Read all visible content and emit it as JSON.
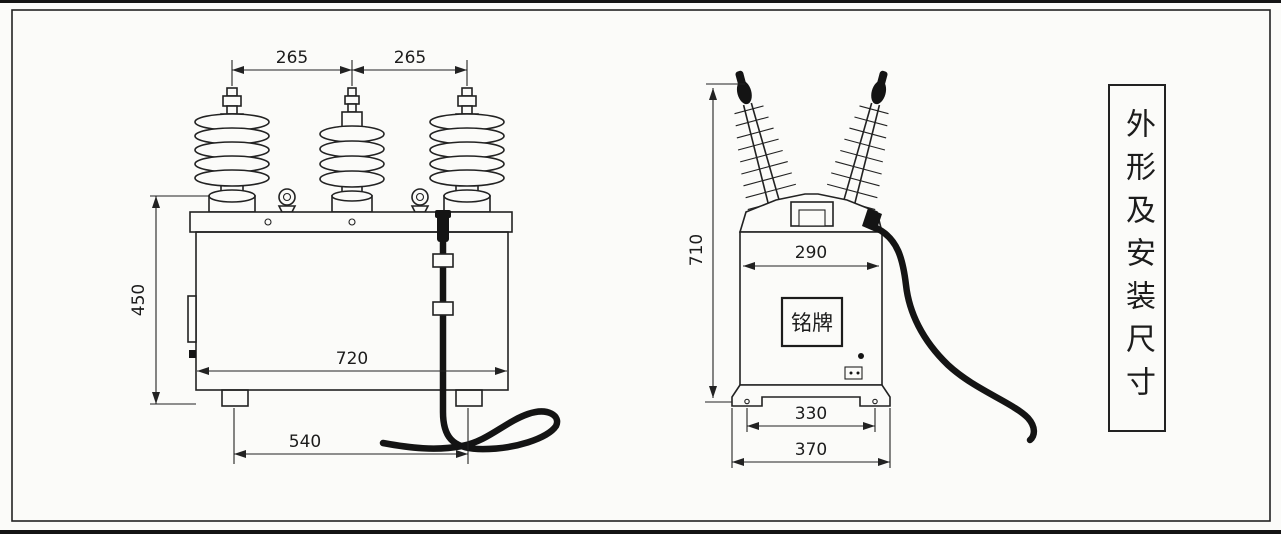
{
  "title_box": {
    "text": "外形及安装尺寸"
  },
  "front_view": {
    "dim_bushing_left": "265",
    "dim_bushing_right": "265",
    "dim_height": "450",
    "dim_body_width": "720",
    "dim_foot_span": "540"
  },
  "side_view": {
    "dim_height": "710",
    "dim_top_width": "290",
    "nameplate_label": "铭牌",
    "dim_bolt_span": "330",
    "dim_base_width": "370"
  }
}
